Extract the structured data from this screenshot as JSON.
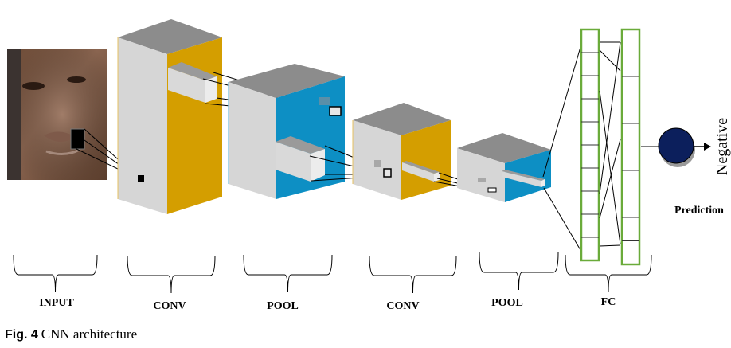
{
  "figure": {
    "caption_label": "Fig. 4",
    "caption_text": "CNN architecture"
  },
  "stages": [
    {
      "label": "INPUT"
    },
    {
      "label": "CONV"
    },
    {
      "label": "POOL"
    },
    {
      "label": "CONV"
    },
    {
      "label": "POOL"
    },
    {
      "label": "FC"
    }
  ],
  "output": {
    "class_label": "Negative",
    "prediction_label": "Prediction"
  },
  "colors": {
    "conv_side": "#d49e00",
    "pool_side": "#0d8fc4",
    "block_front": "#d6d6d6",
    "block_top": "#8c8c8c",
    "fc_border": "#6aab3a",
    "output_node": "#0c1f5c"
  },
  "fc": {
    "layer1_cells": 10,
    "layer2_cells": 10
  }
}
